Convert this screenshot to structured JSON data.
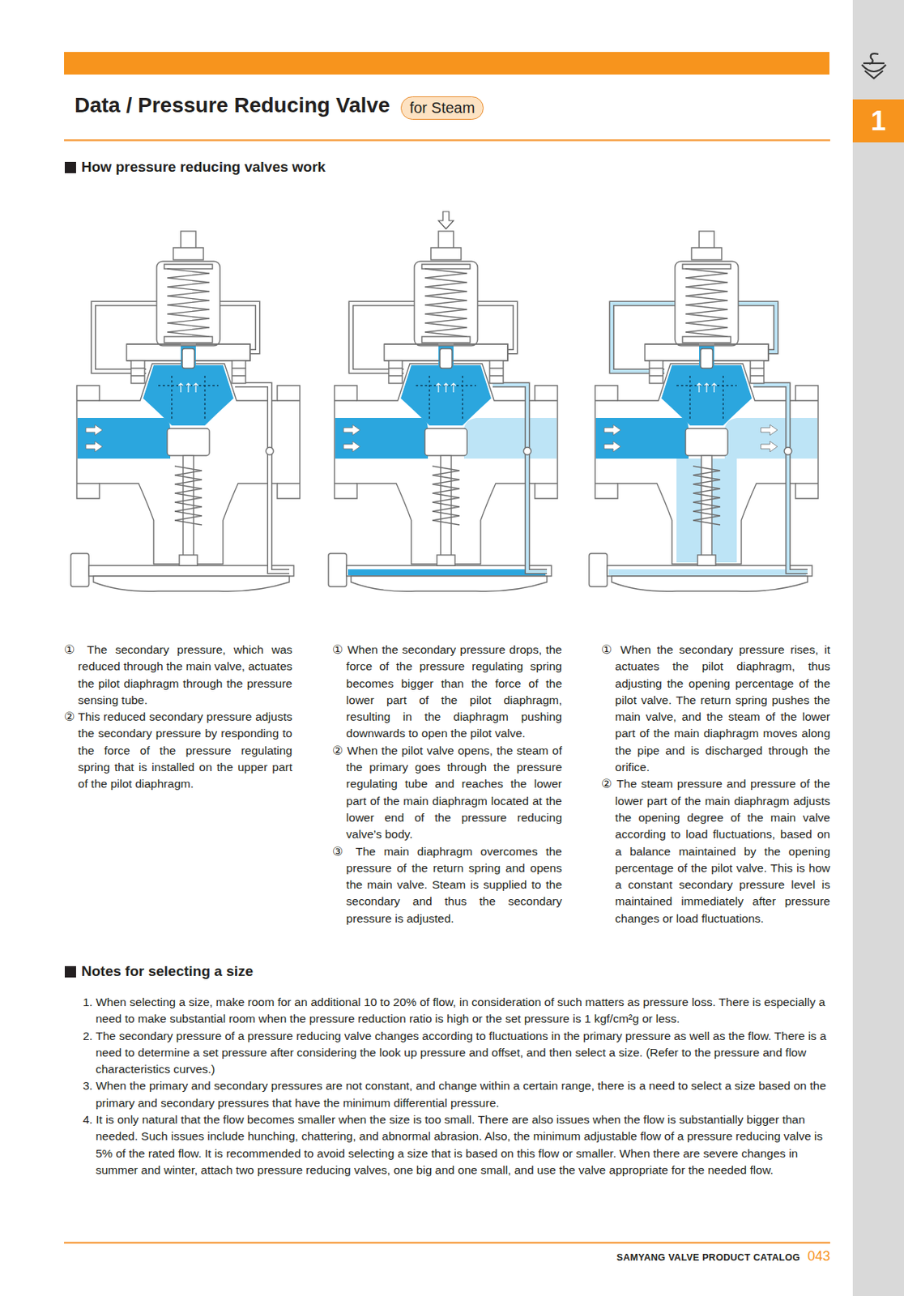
{
  "diagram": {
    "title": "Data / Pressure Reducing Valve",
    "nodes": [
      {
        "text": [
          "for Steam"
        ]
      },
      {
        "text": [
          "1"
        ]
      }
    ],
    "labels": [
      "How pressure reducing valves work",
      "① The secondary pressure, which was reduced through the main valve, actuates the pilot diaphragm through the pressure sensing tube.",
      "② This reduced secondary pressure adjusts the secondary pressure by responding to the force of the pressure regulating spring that is installed on the upper part of the pilot diaphragm.",
      "① When the secondary pressure drops, the force of the pressure regulating spring becomes bigger than the force of the lower part of the pilot diaphragm, resulting in the diaphragm pushing downwards to open the pilot valve.",
      "② When the pilot valve opens, the steam of the primary goes through the pressure regulating tube and reaches the lower part of the main diaphragm located at the lower end of the pressure reducing valve’s body.",
      "③ The main diaphragm overcomes the pressure of the return spring and opens the main valve. Steam is supplied to the secondary and thus the secondary pressure is adjusted.",
      "① When the secondary pressure rises, it actuates the pilot diaphragm, thus adjusting the opening percentage of the pilot valve. The return spring pushes the main valve, and the steam of the lower part of the main diaphragm moves along the pipe and is discharged through the orifice.",
      "② The steam pressure and pressure of the lower part of the main diaphragm adjusts the opening degree of the main valve according to load fluctuations, based on a balance maintained by the opening percentage of the pilot valve. This is how a constant secondary pressure level is maintained immediately after pressure changes or load fluctuations.",
      "Notes for selecting a size",
      "1. When selecting a size, make room for an additional 10 to 20% of flow, in consideration of such matters as pressure loss. There is especially a need to make substantial room when the pressure reduction ratio is high or the set pressure is 1 kgf/cm²g or less.",
      "2. The secondary pressure of a pressure reducing valve changes according to fluctuations in the primary pressure as well as the flow. There is a need to determine a set pressure after considering the look up pressure and offset, and then select a size. (Refer to the pressure and flow characteristics curves.)",
      "3. When the primary and secondary pressures are not constant, and change within a certain range, there is a need to select a size based on the primary and secondary pressures that have the minimum differential pressure.",
      "4. It is only natural that the flow becomes smaller when the size is too small. There are also issues when the flow is substantially bigger than needed. Such issues include hunching, chattering, and abnormal abrasion. Also, the minimum adjustable flow of a pressure reducing valve is 5% of the rated flow. It is recommended to avoid selecting a size that is based on this flow or smaller. When there are severe changes in summer and winter, attach two pressure reducing valves, one big and one small, and use the valve appropriate for the needed flow.",
      "SAMYANG VALVE PRODUCT CATALOG",
      "043"
    ]
  }
}
